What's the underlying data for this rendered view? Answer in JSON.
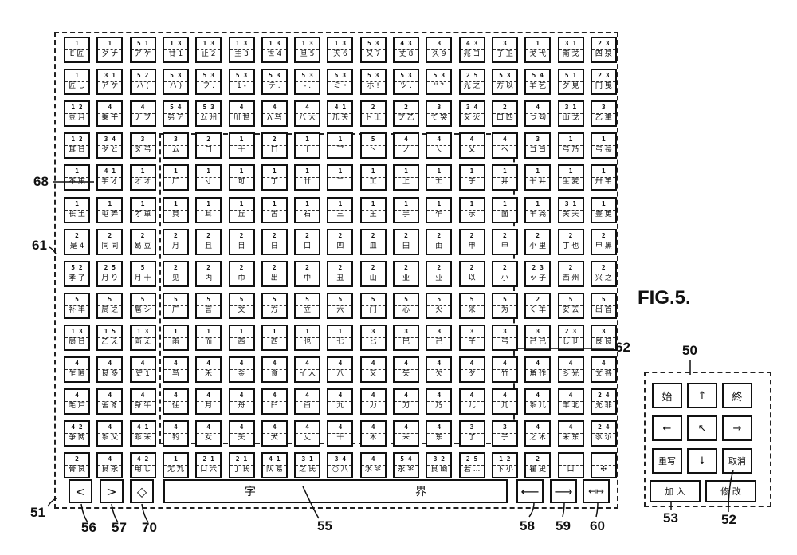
{
  "figure_title": "FIG.5.",
  "reference_labels": {
    "ref_68": "68",
    "ref_61": "61",
    "ref_62": "62",
    "ref_50": "50",
    "ref_51": "51",
    "ref_56": "56",
    "ref_57": "57",
    "ref_70": "70",
    "ref_55": "55",
    "ref_58": "58",
    "ref_59": "59",
    "ref_60": "60",
    "ref_53": "53",
    "ref_52": "52"
  },
  "keyboard": {
    "rows": [
      [
        {
          "c": "1",
          "g": "E 匠"
        },
        {
          "c": "1",
          "g": "夕 ナ"
        },
        {
          "c": "5 1",
          "g": "ア ケ"
        },
        {
          "c": "1 3",
          "g": "廿 1"
        },
        {
          "c": "1 3",
          "g": "止 2"
        },
        {
          "c": "1 3",
          "g": "主 3"
        },
        {
          "c": "1 3",
          "g": "世 4"
        },
        {
          "c": "1 3",
          "g": "旦 5"
        },
        {
          "c": "1 3",
          "g": "天 6"
        },
        {
          "c": "5 3",
          "g": "又 7"
        },
        {
          "c": "4 3",
          "g": "丈 8"
        },
        {
          "c": "3",
          "g": "久 9"
        },
        {
          "c": "4 3",
          "g": "兆 ヨ"
        },
        {
          "c": "3",
          "g": "子 卫"
        },
        {
          "c": "1",
          "g": "戈 弋"
        },
        {
          "c": "3 1",
          "g": "南 戈"
        },
        {
          "c": "2 3",
          "g": "四 泉"
        }
      ],
      [
        {
          "c": "1",
          "g": "匠 し"
        },
        {
          "c": "3 1",
          "g": "ア ケ"
        },
        {
          "c": "5 2",
          "g": "ハ ("
        },
        {
          "c": "5 3",
          "g": "ハ )"
        },
        {
          "c": "5 3",
          "g": "フ ."
        },
        {
          "c": "5 3",
          "g": "1 -"
        },
        {
          "c": "5 3",
          "g": "テ ."
        },
        {
          "c": "5 3",
          "g": "- ."
        },
        {
          "c": "5 3",
          "g": "ミ ◦"
        },
        {
          "c": "5 3",
          "g": "ホ !"
        },
        {
          "c": "5 3",
          "g": "ツ ."
        },
        {
          "c": "5 3",
          "g": "'' ?"
        },
        {
          "c": "2 5",
          "g": "光 之"
        },
        {
          "c": "5 3",
          "g": "方 以"
        },
        {
          "c": "5 4",
          "g": "羊 乞"
        },
        {
          "c": "5 1",
          "g": "夕 見"
        },
        {
          "c": "2 3",
          "g": "円 曳"
        }
      ],
      [
        {
          "c": "1 2",
          "g": "豆 月"
        },
        {
          "c": "4",
          "g": "乗 干"
        },
        {
          "c": "4",
          "g": "ナ ブ"
        },
        {
          "c": "5 4",
          "g": "弟 ア"
        },
        {
          "c": "5 3",
          "g": "ム 州"
        },
        {
          "c": "4",
          "g": "川 世"
        },
        {
          "c": "4",
          "g": "Λ 马"
        },
        {
          "c": "4",
          "g": "八 大"
        },
        {
          "c": "4 1",
          "g": "几 天"
        },
        {
          "c": "2",
          "g": "ト 上"
        },
        {
          "c": "2",
          "g": "プ 乙"
        },
        {
          "c": "3",
          "g": "て 突"
        },
        {
          "c": "3 4",
          "g": "又 火"
        },
        {
          "c": "2",
          "g": "口 四"
        },
        {
          "c": "4",
          "g": "つ 勾"
        },
        {
          "c": "3 1",
          "g": "山 戈"
        },
        {
          "c": "3",
          "g": "乙 聿"
        }
      ],
      [
        {
          "c": "1 2",
          "g": "耳 日"
        },
        {
          "c": "3 4",
          "g": "夕 と"
        },
        {
          "c": "3",
          "g": "ヌ 弓"
        },
        {
          "c": "3",
          "g": "ム"
        },
        {
          "c": "2",
          "g": "ㄇ"
        },
        {
          "c": "1",
          "g": "十"
        },
        {
          "c": "2",
          "g": "ㄇ"
        },
        {
          "c": "1",
          "g": "丨"
        },
        {
          "c": "1",
          "g": "乛"
        },
        {
          "c": "5",
          "g": "丶"
        },
        {
          "c": "4",
          "g": "ノ"
        },
        {
          "c": "4",
          "g": "㇏"
        },
        {
          "c": "4",
          "g": "乂"
        },
        {
          "c": "4",
          "g": "ヘ"
        },
        {
          "c": "3",
          "g": "コ ヨ"
        },
        {
          "c": "1",
          "g": "弓 乃"
        },
        {
          "c": "1",
          "g": "弓 長"
        }
      ],
      [
        {
          "c": "1",
          "g": "不 東"
        },
        {
          "c": "4 1",
          "g": "手 才"
        },
        {
          "c": "1",
          "g": "オ オ"
        },
        {
          "c": "1",
          "g": "厂"
        },
        {
          "c": "1",
          "g": "寸"
        },
        {
          "c": "1",
          "g": "可"
        },
        {
          "c": "1",
          "g": "丁"
        },
        {
          "c": "1",
          "g": "廿"
        },
        {
          "c": "1",
          "g": "二"
        },
        {
          "c": "1",
          "g": "工"
        },
        {
          "c": "1",
          "g": "上"
        },
        {
          "c": "1",
          "g": "士"
        },
        {
          "c": "1",
          "g": "于"
        },
        {
          "c": "1",
          "g": "井"
        },
        {
          "c": "1",
          "g": "十 井"
        },
        {
          "c": "1",
          "g": "生 麦"
        },
        {
          "c": "1",
          "g": "卅 韦"
        }
      ],
      [
        {
          "c": "1",
          "g": "长 土"
        },
        {
          "c": "1",
          "g": "屯 弄"
        },
        {
          "c": "1",
          "g": "才 車"
        },
        {
          "c": "1",
          "g": "頁"
        },
        {
          "c": "1",
          "g": "耳"
        },
        {
          "c": "1",
          "g": "丘"
        },
        {
          "c": "1",
          "g": "古"
        },
        {
          "c": "1",
          "g": "石"
        },
        {
          "c": "1",
          "g": "三"
        },
        {
          "c": "1",
          "g": "王"
        },
        {
          "c": "1",
          "g": "手"
        },
        {
          "c": "1",
          "g": "乍"
        },
        {
          "c": "1",
          "g": "示"
        },
        {
          "c": "1",
          "g": "面"
        },
        {
          "c": "1",
          "g": "羊 尧"
        },
        {
          "c": "3 1",
          "g": "关 天"
        },
        {
          "c": "1",
          "g": "豊 更"
        }
      ],
      [
        {
          "c": "2",
          "g": "是 4"
        },
        {
          "c": "2",
          "g": "同 同"
        },
        {
          "c": "2",
          "g": "曷 豆"
        },
        {
          "c": "2",
          "g": "月"
        },
        {
          "c": "2",
          "g": "且"
        },
        {
          "c": "2",
          "g": "目"
        },
        {
          "c": "2",
          "g": "日"
        },
        {
          "c": "2",
          "g": "口"
        },
        {
          "c": "2",
          "g": "四"
        },
        {
          "c": "2",
          "g": "皿"
        },
        {
          "c": "2",
          "g": "田"
        },
        {
          "c": "2",
          "g": "由"
        },
        {
          "c": "2",
          "g": "甲"
        },
        {
          "c": "2",
          "g": "申"
        },
        {
          "c": "2",
          "g": "小 里"
        },
        {
          "c": "2",
          "g": "丁 也"
        },
        {
          "c": "2",
          "g": "甲 黑"
        }
      ],
      [
        {
          "c": "5 2",
          "g": "孝 了"
        },
        {
          "c": "2 5",
          "g": "月 り"
        },
        {
          "c": "5",
          "g": "月 十"
        },
        {
          "c": "2",
          "g": "见"
        },
        {
          "c": "2",
          "g": "内"
        },
        {
          "c": "2",
          "g": "巾"
        },
        {
          "c": "2",
          "g": "出"
        },
        {
          "c": "2",
          "g": "中"
        },
        {
          "c": "2",
          "g": "丑"
        },
        {
          "c": "2",
          "g": "山"
        },
        {
          "c": "2",
          "g": "业"
        },
        {
          "c": "2",
          "g": "业"
        },
        {
          "c": "2",
          "g": "以"
        },
        {
          "c": "2",
          "g": "小"
        },
        {
          "c": "2 3",
          "g": "ッ 子"
        },
        {
          "c": "2",
          "g": "西 州"
        },
        {
          "c": "2",
          "g": "兴 之"
        }
      ],
      [
        {
          "c": "5",
          "g": "补 丰"
        },
        {
          "c": "5",
          "g": "扃 之"
        },
        {
          "c": "5",
          "g": "扈 シ"
        },
        {
          "c": "5",
          "g": "广"
        },
        {
          "c": "5",
          "g": "言"
        },
        {
          "c": "5",
          "g": "文"
        },
        {
          "c": "5",
          "g": "方"
        },
        {
          "c": "5",
          "g": "立"
        },
        {
          "c": "5",
          "g": "六"
        },
        {
          "c": "5",
          "g": "门"
        },
        {
          "c": "5",
          "g": "心"
        },
        {
          "c": "5",
          "g": "火"
        },
        {
          "c": "5",
          "g": "米"
        },
        {
          "c": "5",
          "g": "为"
        },
        {
          "c": "2",
          "g": "く 羊"
        },
        {
          "c": "5",
          "g": "安 去"
        },
        {
          "c": "5",
          "g": "出 首"
        }
      ],
      [
        {
          "c": "1 3",
          "g": "局 日"
        },
        {
          "c": "1 5",
          "g": "乙 え"
        },
        {
          "c": "1 3",
          "g": "両 え"
        },
        {
          "c": "1",
          "g": "雨"
        },
        {
          "c": "1",
          "g": "而"
        },
        {
          "c": "1",
          "g": "西"
        },
        {
          "c": "1",
          "g": "西"
        },
        {
          "c": "1",
          "g": "也"
        },
        {
          "c": "1",
          "g": "七"
        },
        {
          "c": "3",
          "g": "匕"
        },
        {
          "c": "3",
          "g": "巴"
        },
        {
          "c": "3",
          "g": "己"
        },
        {
          "c": "3",
          "g": "子"
        },
        {
          "c": "3",
          "g": "弓"
        },
        {
          "c": "3",
          "g": "己 己"
        },
        {
          "c": "2 3",
          "g": "し 卩"
        },
        {
          "c": "3",
          "g": "艮 良"
        }
      ],
      [
        {
          "c": "4",
          "g": "乍 匿"
        },
        {
          "c": "4",
          "g": "良 多"
        },
        {
          "c": "4",
          "g": "史 1"
        },
        {
          "c": "4",
          "g": "鸟"
        },
        {
          "c": "4",
          "g": "禾"
        },
        {
          "c": "4",
          "g": "金"
        },
        {
          "c": "4",
          "g": "食"
        },
        {
          "c": "4",
          "g": "イ 人"
        },
        {
          "c": "4",
          "g": "八"
        },
        {
          "c": "4",
          "g": "又"
        },
        {
          "c": "4",
          "g": "矢"
        },
        {
          "c": "4",
          "g": "欠"
        },
        {
          "c": "4",
          "g": "夕"
        },
        {
          "c": "4",
          "g": "竹"
        },
        {
          "c": "4",
          "g": "角 作"
        },
        {
          "c": "4",
          "g": "彡 光"
        },
        {
          "c": "4",
          "g": "文 各"
        }
      ],
      [
        {
          "c": "4",
          "g": "毛 戸"
        },
        {
          "c": "4",
          "g": "舍 豸"
        },
        {
          "c": "4",
          "g": "身 牛"
        },
        {
          "c": "4",
          "g": "住"
        },
        {
          "c": "4",
          "g": "月"
        },
        {
          "c": "4",
          "g": "舟"
        },
        {
          "c": "4",
          "g": "臼"
        },
        {
          "c": "4",
          "g": "白"
        },
        {
          "c": "4",
          "g": "九"
        },
        {
          "c": "4",
          "g": "力"
        },
        {
          "c": "4",
          "g": "刀"
        },
        {
          "c": "4",
          "g": "乃"
        },
        {
          "c": "4",
          "g": "儿"
        },
        {
          "c": "4",
          "g": "几"
        },
        {
          "c": "4",
          "g": "系 儿"
        },
        {
          "c": "4",
          "g": "丰 北"
        },
        {
          "c": "2 4",
          "g": "允 非"
        }
      ],
      [
        {
          "c": "4 2",
          "g": "争 两"
        },
        {
          "c": "4",
          "g": "系 父"
        },
        {
          "c": "4 1",
          "g": "乖 未"
        },
        {
          "c": "4",
          "g": "钓"
        },
        {
          "c": "4",
          "g": "女"
        },
        {
          "c": "4",
          "g": "夭"
        },
        {
          "c": "4",
          "g": "犬"
        },
        {
          "c": "4",
          "g": "丈"
        },
        {
          "c": "4",
          "g": "十"
        },
        {
          "c": "4",
          "g": "木"
        },
        {
          "c": "4",
          "g": "未"
        },
        {
          "c": "4",
          "g": "东"
        },
        {
          "c": "3",
          "g": "了"
        },
        {
          "c": "3",
          "g": "子"
        },
        {
          "c": "4",
          "g": "之 木"
        },
        {
          "c": "4",
          "g": "未 东"
        },
        {
          "c": "2 4",
          "g": "豕 尔"
        }
      ],
      [
        {
          "c": "2",
          "g": "骨 艮"
        },
        {
          "c": "4",
          "g": "良 永"
        },
        {
          "c": "4 2",
          "g": "用 し"
        },
        {
          "c": "1",
          "g": "尢 九"
        },
        {
          "c": "2 1",
          "g": "口 六"
        },
        {
          "c": "2 1",
          "g": "丁 氏"
        },
        {
          "c": "4 1",
          "g": "队 易"
        },
        {
          "c": "3 1",
          "g": "之 氏"
        },
        {
          "c": "3 4",
          "g": "○ 八"
        },
        {
          "c": "4",
          "g": "水 氺"
        },
        {
          "c": "5 4",
          "g": "永 氺"
        },
        {
          "c": "3 2",
          "g": "良 幽"
        },
        {
          "c": "2 5",
          "g": "若 ..."
        },
        {
          "c": "1 2",
          "g": "下 小"
        },
        {
          "c": "2",
          "g": "瞿 史"
        },
        {
          "c": "",
          "g": "口"
        },
        {
          "c": "",
          "g": "✣"
        }
      ]
    ],
    "bottom_row": {
      "left_arrow": "<",
      "right_arrow": ">",
      "diamond": "◇",
      "space_bar_label_1": "字",
      "space_bar_label_2": "界",
      "key_58": "⟵",
      "key_59": "⟶",
      "key_60": "↤↦"
    }
  },
  "control_panel": {
    "start": "始",
    "up": "↑",
    "end": "終",
    "left": "←",
    "diag": "↖",
    "right": "→",
    "repeat": "重写",
    "down": "↓",
    "cancel": "取消",
    "add": "加 入",
    "modify": "修 改"
  }
}
